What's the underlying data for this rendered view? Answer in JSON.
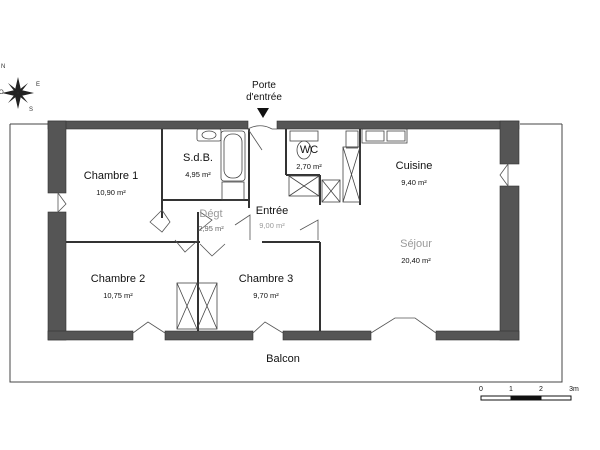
{
  "entrance": {
    "line1": "Porte",
    "line2": "d'entrée"
  },
  "rooms": [
    {
      "key": "chambre1",
      "name": "Chambre 1",
      "area": "10,90 m²",
      "faded": false
    },
    {
      "key": "sdb",
      "name": "S.d.B.",
      "area": "4,95 m²",
      "faded": false
    },
    {
      "key": "wc",
      "name": "WC",
      "area": "2,70 m²",
      "faded": false
    },
    {
      "key": "cuisine",
      "name": "Cuisine",
      "area": "9,40 m²",
      "faded": false
    },
    {
      "key": "degt",
      "name": "Dégt",
      "area": "2,95 m²",
      "faded": true
    },
    {
      "key": "entree",
      "name": "Entrée",
      "area": "9,00 m²",
      "faded": false
    },
    {
      "key": "sejour",
      "name": "Séjour",
      "area": "20,40 m²",
      "faded": true
    },
    {
      "key": "chambre2",
      "name": "Chambre 2",
      "area": "10,75 m²",
      "faded": false
    },
    {
      "key": "chambre3",
      "name": "Chambre 3",
      "area": "9,70 m²",
      "faded": false
    }
  ],
  "balcon": "Balcon",
  "compass": {
    "n": "N",
    "e": "E",
    "s": "S",
    "w": "O"
  },
  "scale": {
    "ticks": [
      "0",
      "1",
      "2",
      "3m"
    ]
  }
}
